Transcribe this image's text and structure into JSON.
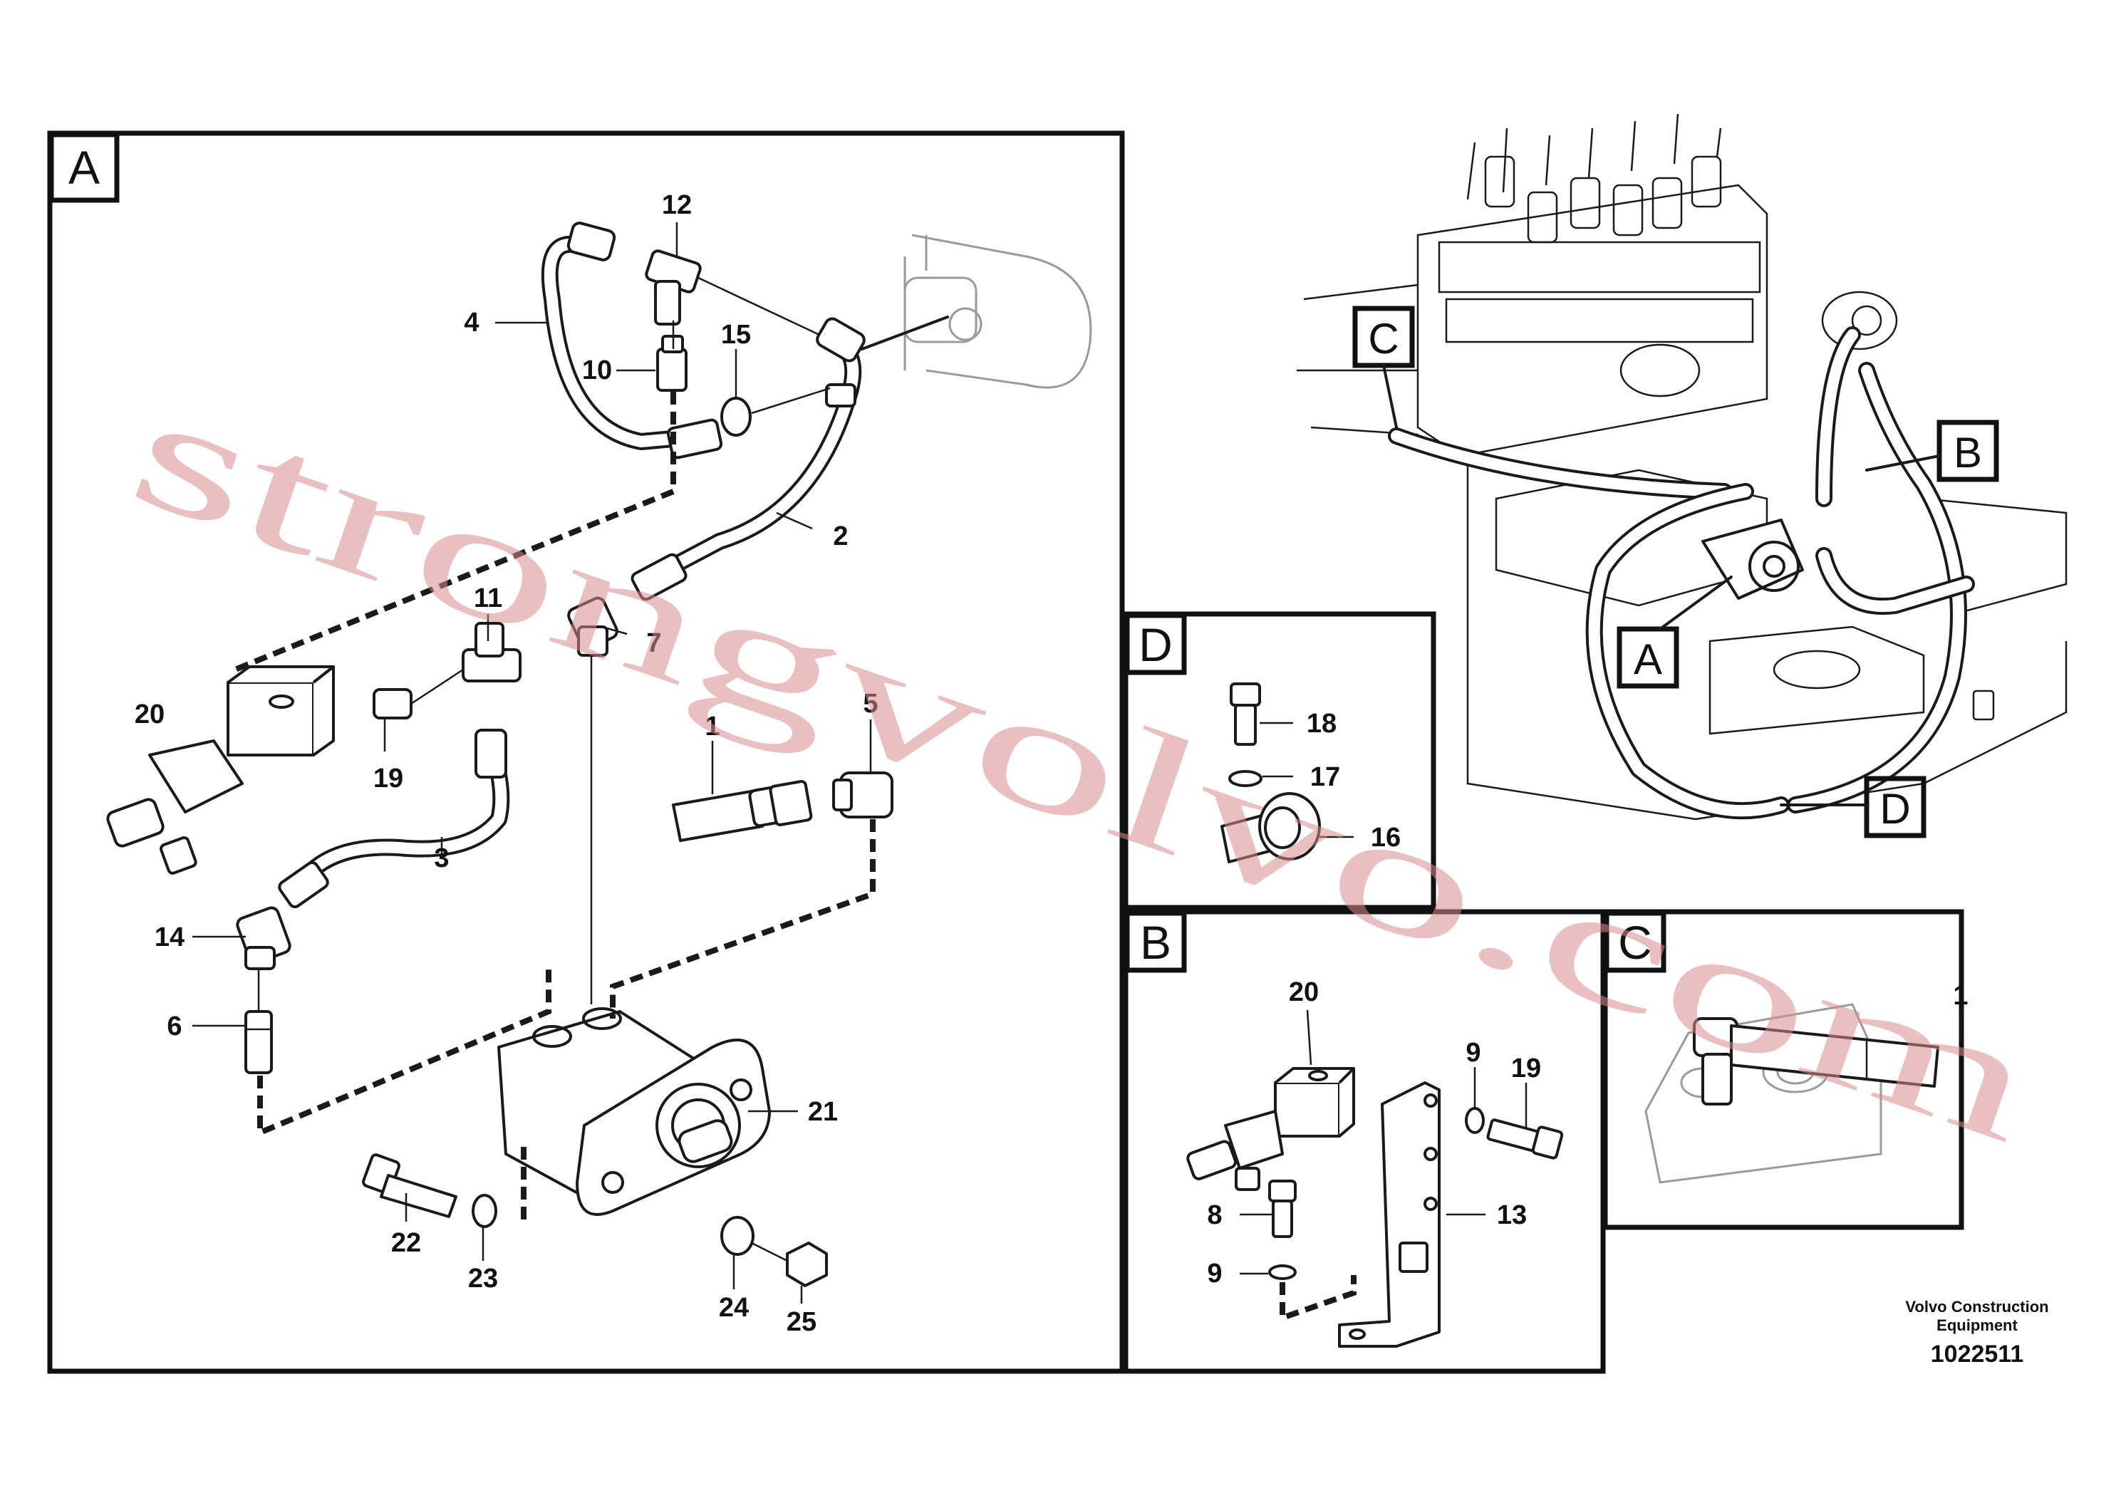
{
  "views": {
    "A": {
      "letter": "A"
    },
    "B": {
      "letter": "B"
    },
    "C": {
      "letter": "C"
    },
    "D": {
      "letter": "D"
    }
  },
  "overview_callouts": [
    "C",
    "B",
    "A",
    "D"
  ],
  "part_numbers": {
    "A": [
      "12",
      "4",
      "10",
      "15",
      "2",
      "11",
      "7",
      "20",
      "19",
      "1",
      "5",
      "3",
      "14",
      "6",
      "21",
      "22",
      "23",
      "24",
      "25"
    ],
    "B": [
      "20",
      "9",
      "19",
      "8",
      "9",
      "13"
    ],
    "C": [
      "1"
    ],
    "D": [
      "18",
      "17",
      "16"
    ]
  },
  "watermark": "strongvolvo.com",
  "footer": {
    "company_line1": "Volvo Construction",
    "company_line2": "Equipment",
    "drawing_number": "1022511"
  }
}
